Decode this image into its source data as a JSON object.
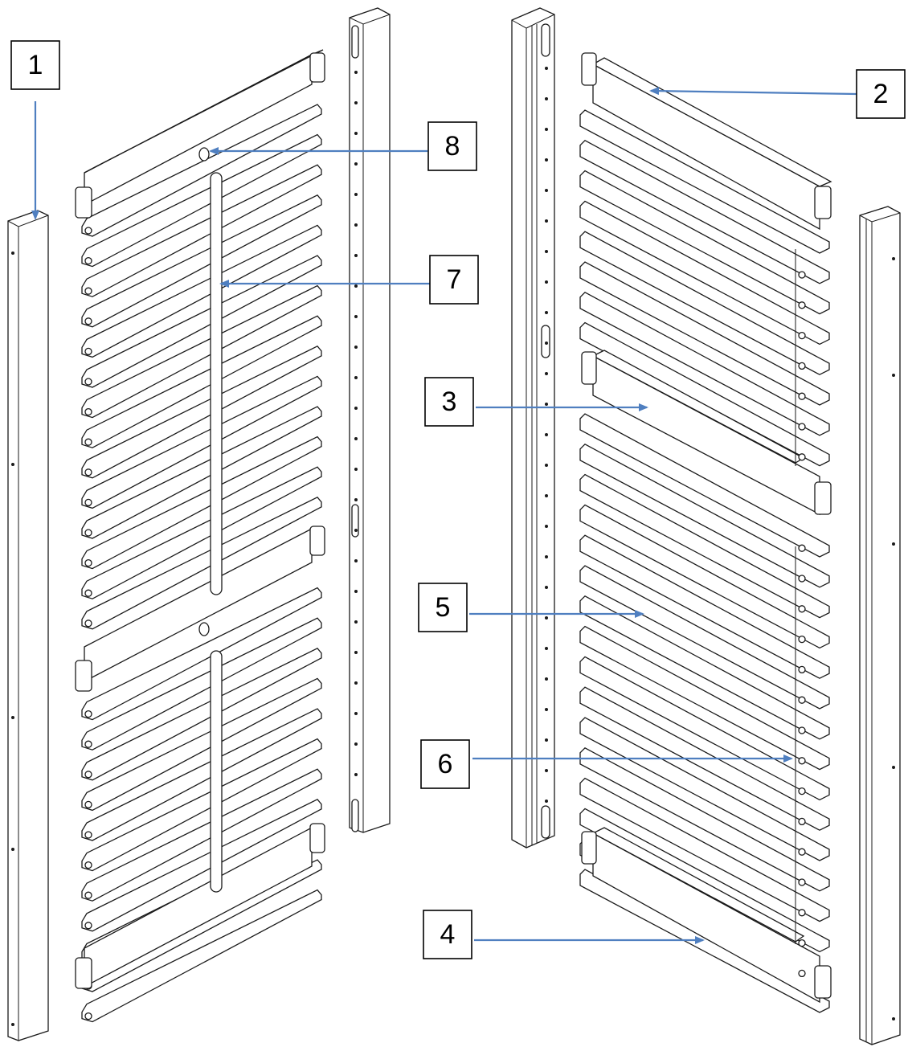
{
  "diagram": {
    "callouts": [
      {
        "id": "1",
        "label": "1"
      },
      {
        "id": "2",
        "label": "2"
      },
      {
        "id": "3",
        "label": "3"
      },
      {
        "id": "4",
        "label": "4"
      },
      {
        "id": "5",
        "label": "5"
      },
      {
        "id": "6",
        "label": "6"
      },
      {
        "id": "7",
        "label": "7"
      },
      {
        "id": "8",
        "label": "8"
      }
    ],
    "colors": {
      "leader": "#4f7fc0",
      "line": "#1a1a1a",
      "box": "#000000"
    }
  }
}
